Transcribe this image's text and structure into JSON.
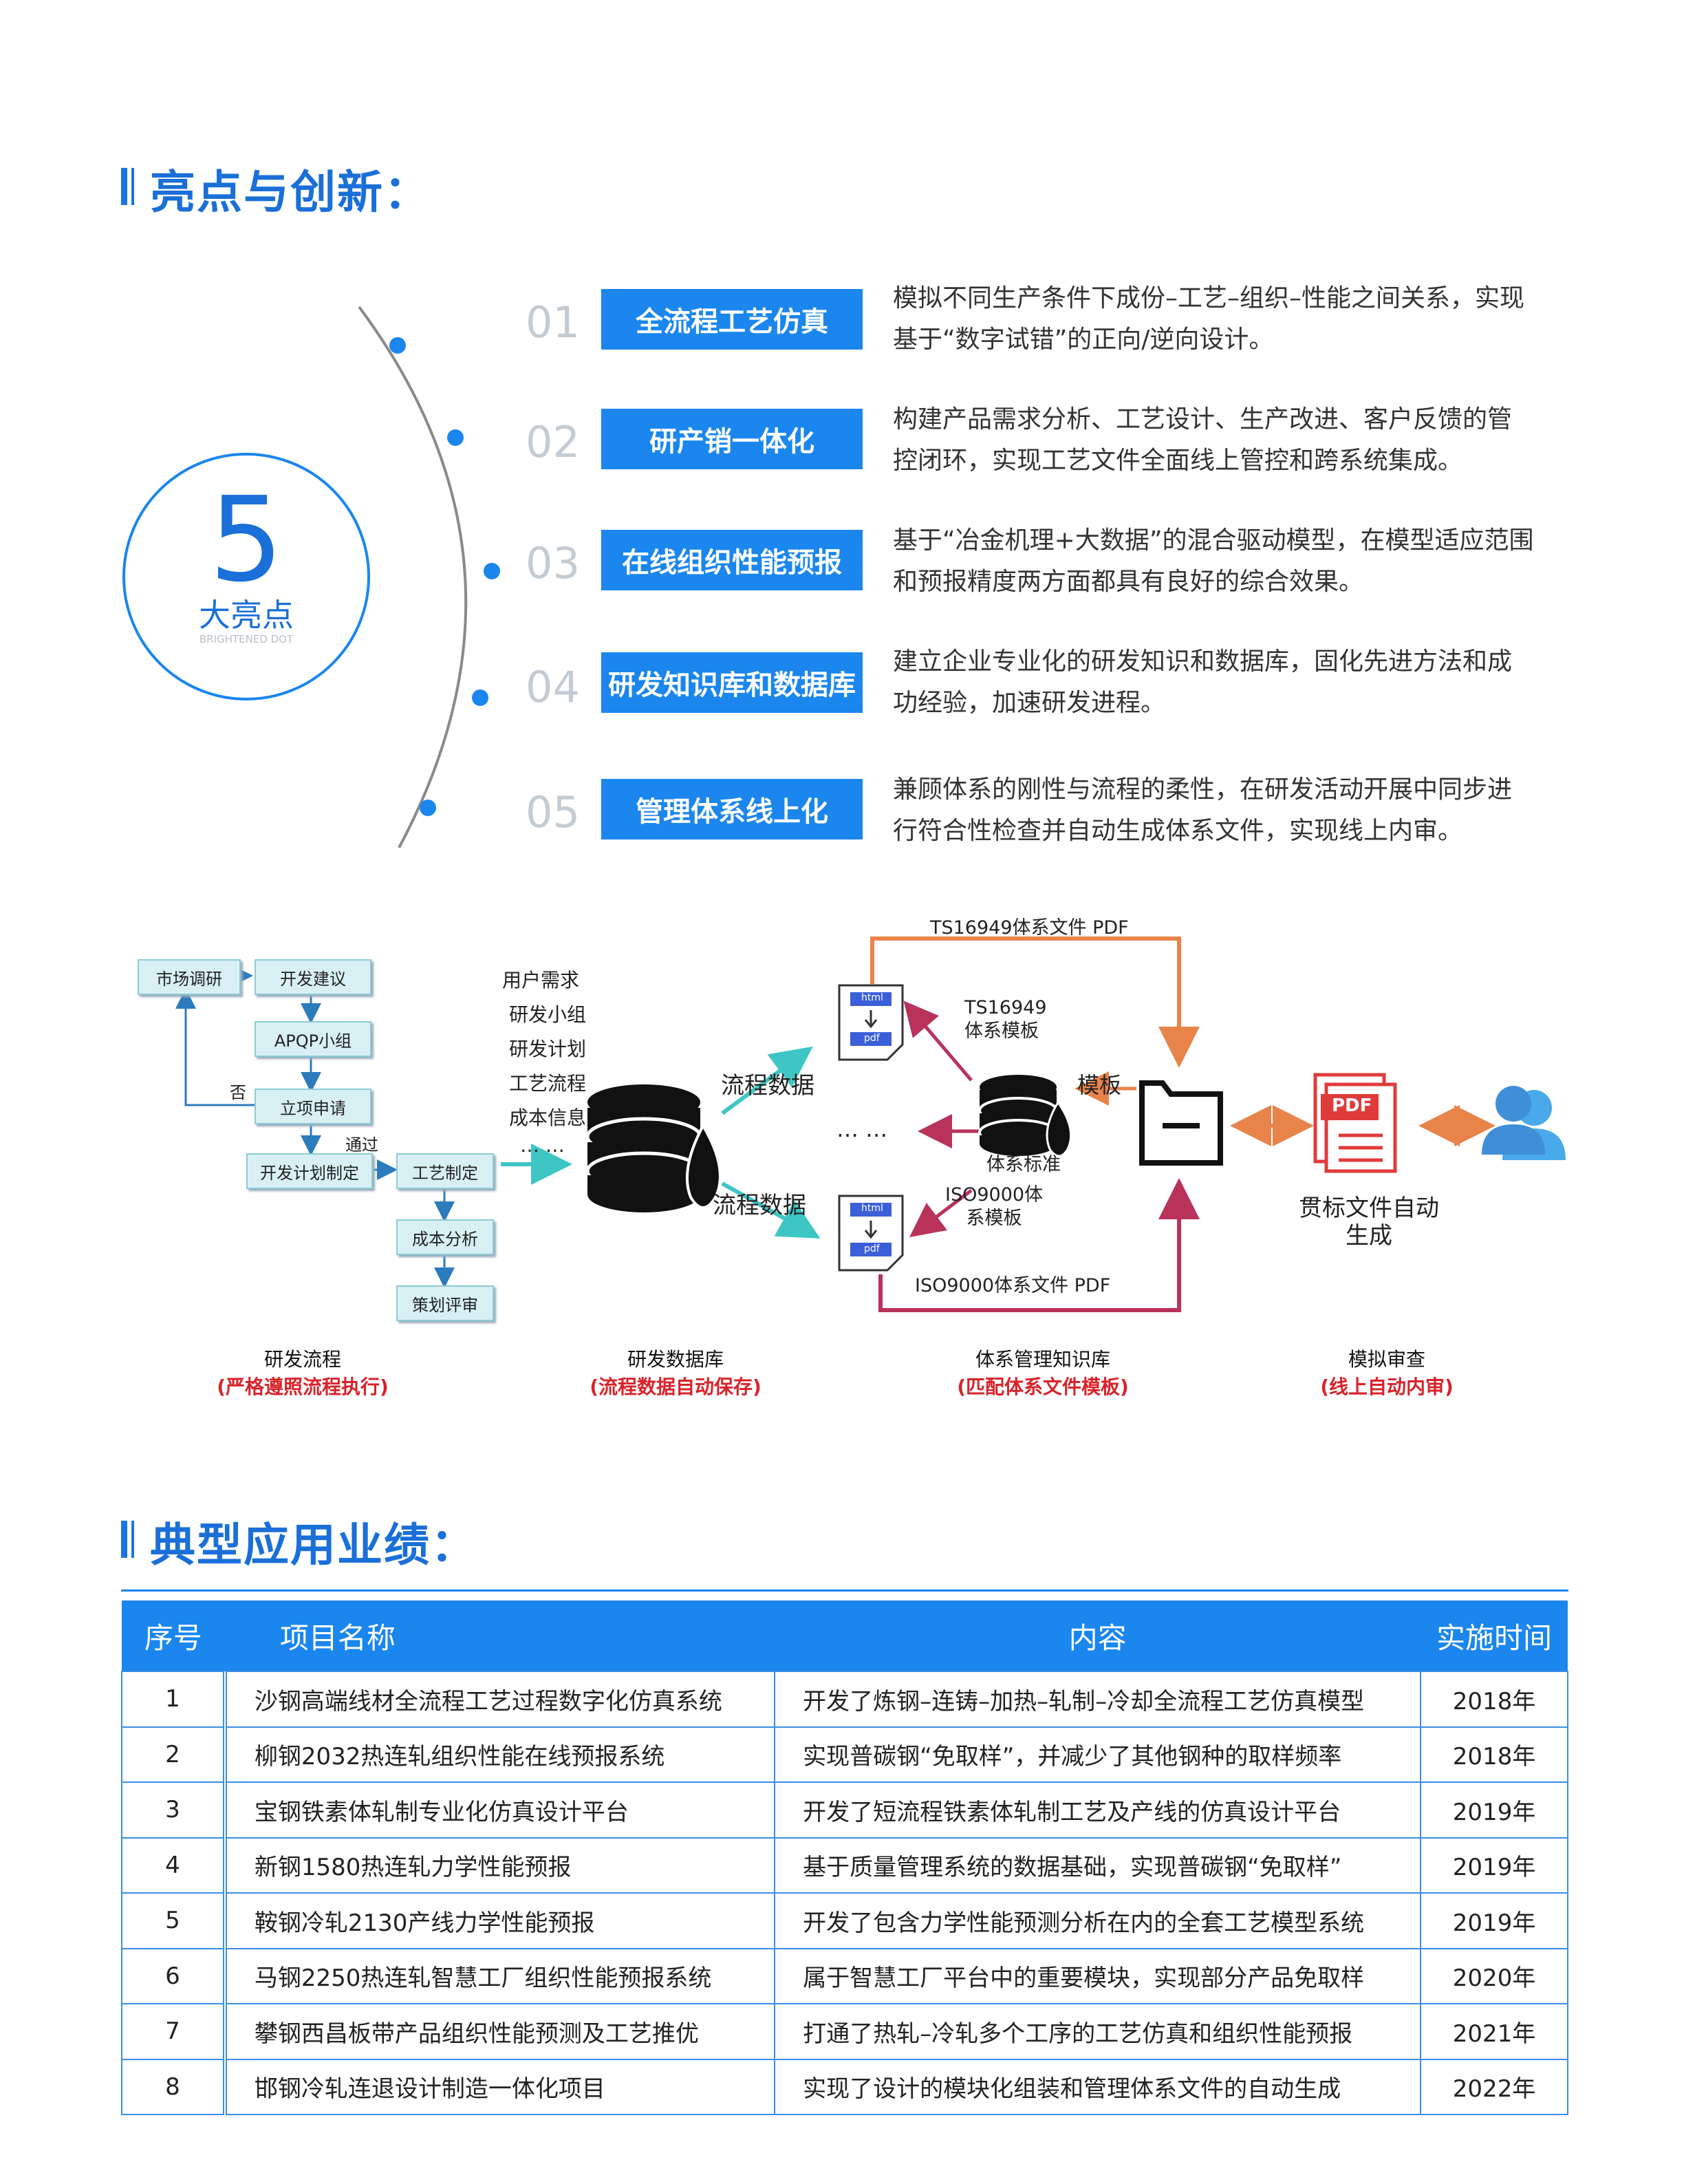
{
  "section1": {
    "title": "亮点与创新："
  },
  "badge": {
    "number": "5",
    "label": "大亮点",
    "sub": "BRIGHTENED DOT"
  },
  "highlights": [
    {
      "num": "01",
      "title": "全流程工艺仿真",
      "desc_l1": "模拟不同生产条件下成份–工艺–组织–性能之间关系，实现",
      "desc_l2": "基于“数字试错”的正向/逆向设计。"
    },
    {
      "num": "02",
      "title": "研产销一体化",
      "desc_l1": "构建产品需求分析、工艺设计、生产改进、客户反馈的管",
      "desc_l2": "控闭环，实现工艺文件全面线上管控和跨系统集成。"
    },
    {
      "num": "03",
      "title": "在线组织性能预报",
      "desc_l1": "基于“冶金机理+大数据”的混合驱动模型，在模型适应范围",
      "desc_l2": "和预报精度两方面都具有良好的综合效果。"
    },
    {
      "num": "04",
      "title": "研发知识库和数据库",
      "desc_l1": "建立企业专业化的研发知识和数据库，固化先进方法和成",
      "desc_l2": "功经验，加速研发进程。"
    },
    {
      "num": "05",
      "title": "管理体系线上化",
      "desc_l1": "兼顾体系的刚性与流程的柔性，在研发活动开展中同步进",
      "desc_l2": "行符合性检查并自动生成体系文件，实现线上内审。"
    }
  ],
  "diagram": {
    "flow": {
      "market": "市场调研",
      "proposal": "开发建议",
      "apqp": "APQP小组",
      "project": "立项申请",
      "plan": "开发计划制定",
      "process": "工艺制定",
      "cost": "成本分析",
      "review": "策划评审",
      "no": "否",
      "pass": "通过"
    },
    "inputs": [
      "用户需求",
      "研发小组",
      "研发计划",
      "工艺流程",
      "成本信息",
      "… …"
    ],
    "flow_data_1": "流程数据",
    "flow_data_2": "流程数据",
    "ts_pdf": "TS16949体系文件 PDF",
    "ts_tpl_1": "TS16949",
    "ts_tpl_2": "体系模板",
    "iso_tpl_1": "ISO9000体",
    "iso_tpl_2": "系模板",
    "iso_pdf": "ISO9000体系文件 PDF",
    "std": "体系标准",
    "dots": "… …",
    "template": "模板",
    "html_tag": "html",
    "pdf_tag": "pdf",
    "pdf_big": "PDF",
    "auto_1": "贯标文件自动",
    "auto_2": "生成",
    "captions": [
      {
        "b": "研发流程",
        "r": "(严格遵照流程执行)"
      },
      {
        "b": "研发数据库",
        "r": "(流程数据自动保存)"
      },
      {
        "b": "体系管理知识库",
        "r": "(匹配体系文件模板)"
      },
      {
        "b": "模拟审查",
        "r": "(线上自动内审)"
      }
    ]
  },
  "section2": {
    "title": "典型应用业绩："
  },
  "table": {
    "headers": [
      "序号",
      "项目名称",
      "内容",
      "实施时间"
    ],
    "rows": [
      [
        "1",
        "沙钢高端线材全流程工艺过程数字化仿真系统",
        "开发了炼钢–连铸–加热–轧制–冷却全流程工艺仿真模型",
        "2018年"
      ],
      [
        "2",
        "柳钢2032热连轧组织性能在线预报系统",
        "实现普碳钢“免取样”，并减少了其他钢种的取样频率",
        "2018年"
      ],
      [
        "3",
        "宝钢铁素体轧制专业化仿真设计平台",
        "开发了短流程铁素体轧制工艺及产线的仿真设计平台",
        "2019年"
      ],
      [
        "4",
        "新钢1580热连轧力学性能预报",
        "基于质量管理系统的数据基础，实现普碳钢“免取样”",
        "2019年"
      ],
      [
        "5",
        "鞍钢冷轧2130产线力学性能预报",
        "开发了包含力学性能预测分析在内的全套工艺模型系统",
        "2019年"
      ],
      [
        "6",
        "马钢2250热连轧智慧工厂组织性能预报系统",
        "属于智慧工厂平台中的重要模块，实现部分产品免取样",
        "2020年"
      ],
      [
        "7",
        "攀钢西昌板带产品组织性能预测及工艺推优",
        "打通了热轧–冷轧多个工序的工艺仿真和组织性能预报",
        "2021年"
      ],
      [
        "8",
        "邯钢冷轧连退设计制造一体化项目",
        "实现了设计的模块化组装和管理体系文件的自动生成",
        "2022年"
      ]
    ]
  },
  "colors": {
    "blue": "#1a86ee",
    "red": "#d8232a",
    "orange": "#e8844a",
    "teal": "#3ec6c4"
  }
}
